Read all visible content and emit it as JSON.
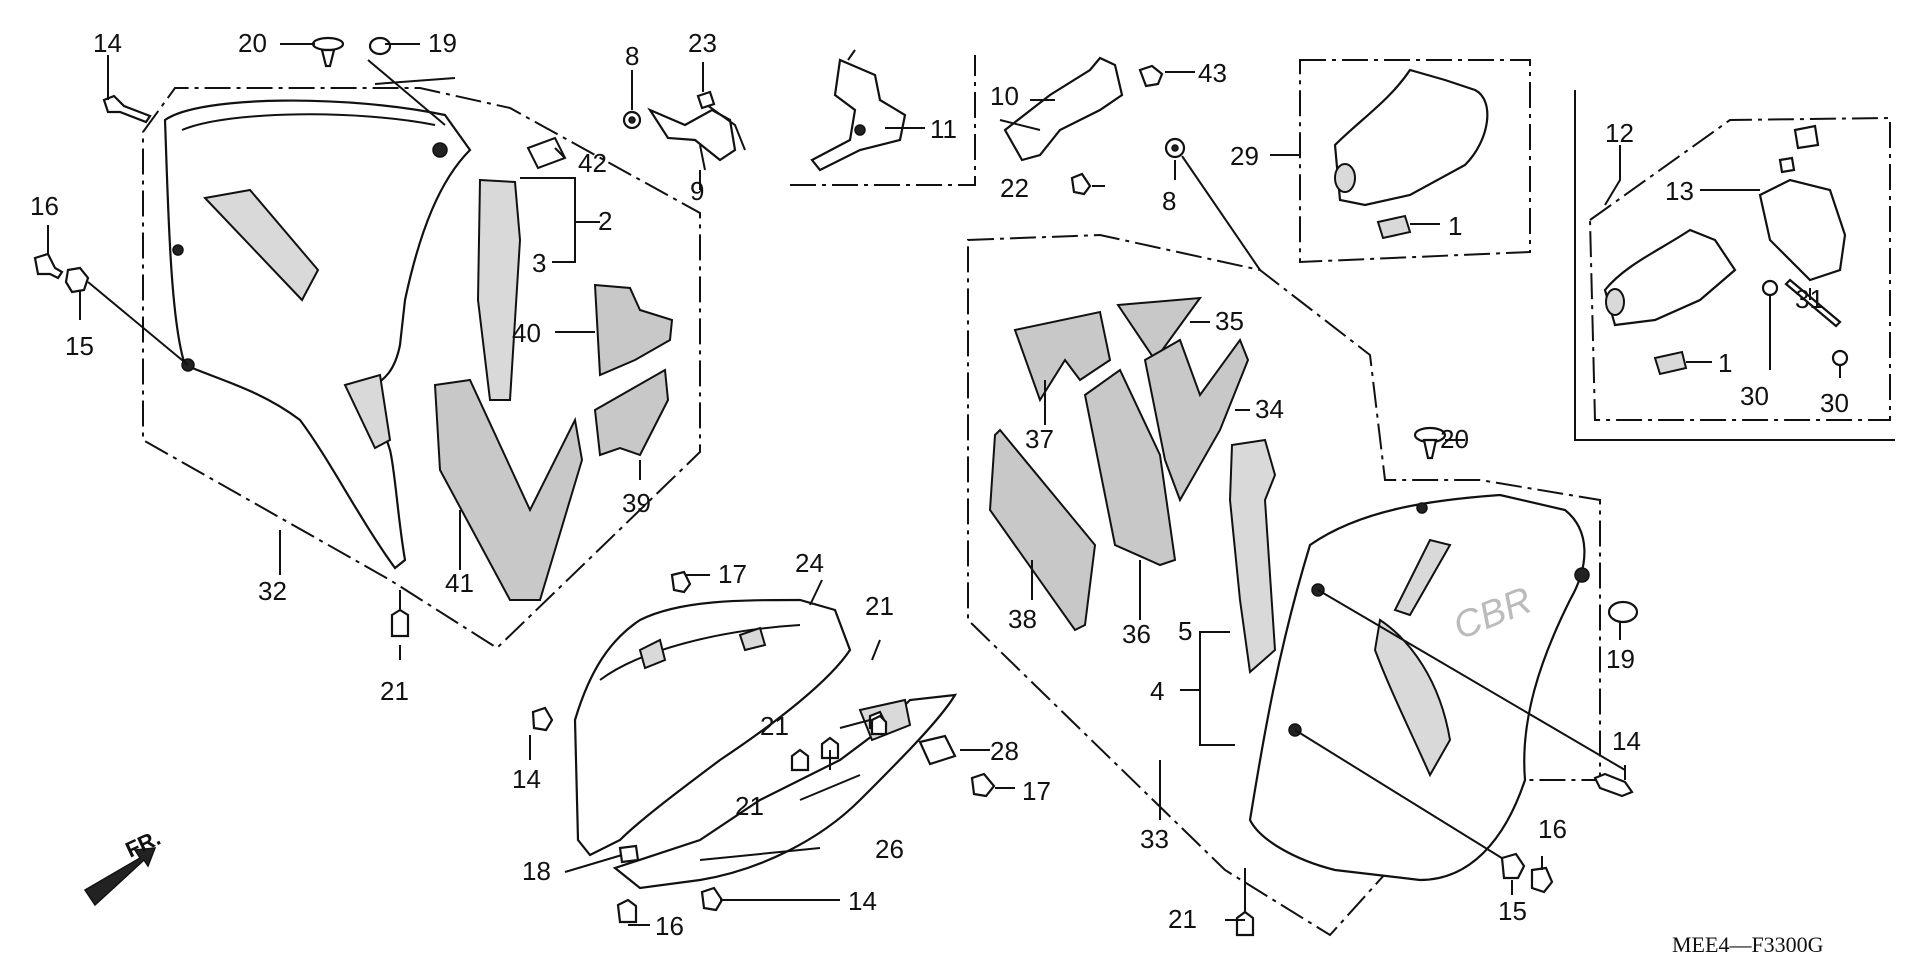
{
  "diagram": {
    "code": "MEE4—F3300G",
    "front_marker": "FR.",
    "labels": {
      "p1a": "1",
      "p1b": "1",
      "p2": "2",
      "p3": "3",
      "p4": "4",
      "p5": "5",
      "p8a": "8",
      "p8b": "8",
      "p9": "9",
      "p10": "10",
      "p11": "11",
      "p12": "12",
      "p13": "13",
      "p14a": "14",
      "p14b": "14",
      "p14c": "14",
      "p14d": "14",
      "p15a": "15",
      "p15b": "15",
      "p16a": "16",
      "p16b": "16",
      "p16c": "16",
      "p17a": "17",
      "p17b": "17",
      "p18": "18",
      "p19a": "19",
      "p19b": "19",
      "p20a": "20",
      "p20b": "20",
      "p21a": "21",
      "p21b": "21",
      "p21c": "21",
      "p21d": "21",
      "p21e": "21",
      "p22": "22",
      "p23": "23",
      "p24": "24",
      "p26": "26",
      "p28": "28",
      "p29": "29",
      "p30a": "30",
      "p30b": "30",
      "p31": "31",
      "p32": "32",
      "p33": "33",
      "p34": "34",
      "p35": "35",
      "p36": "36",
      "p37": "37",
      "p38": "38",
      "p39": "39",
      "p40": "40",
      "p41": "41",
      "p42": "42",
      "p43": "43"
    }
  }
}
